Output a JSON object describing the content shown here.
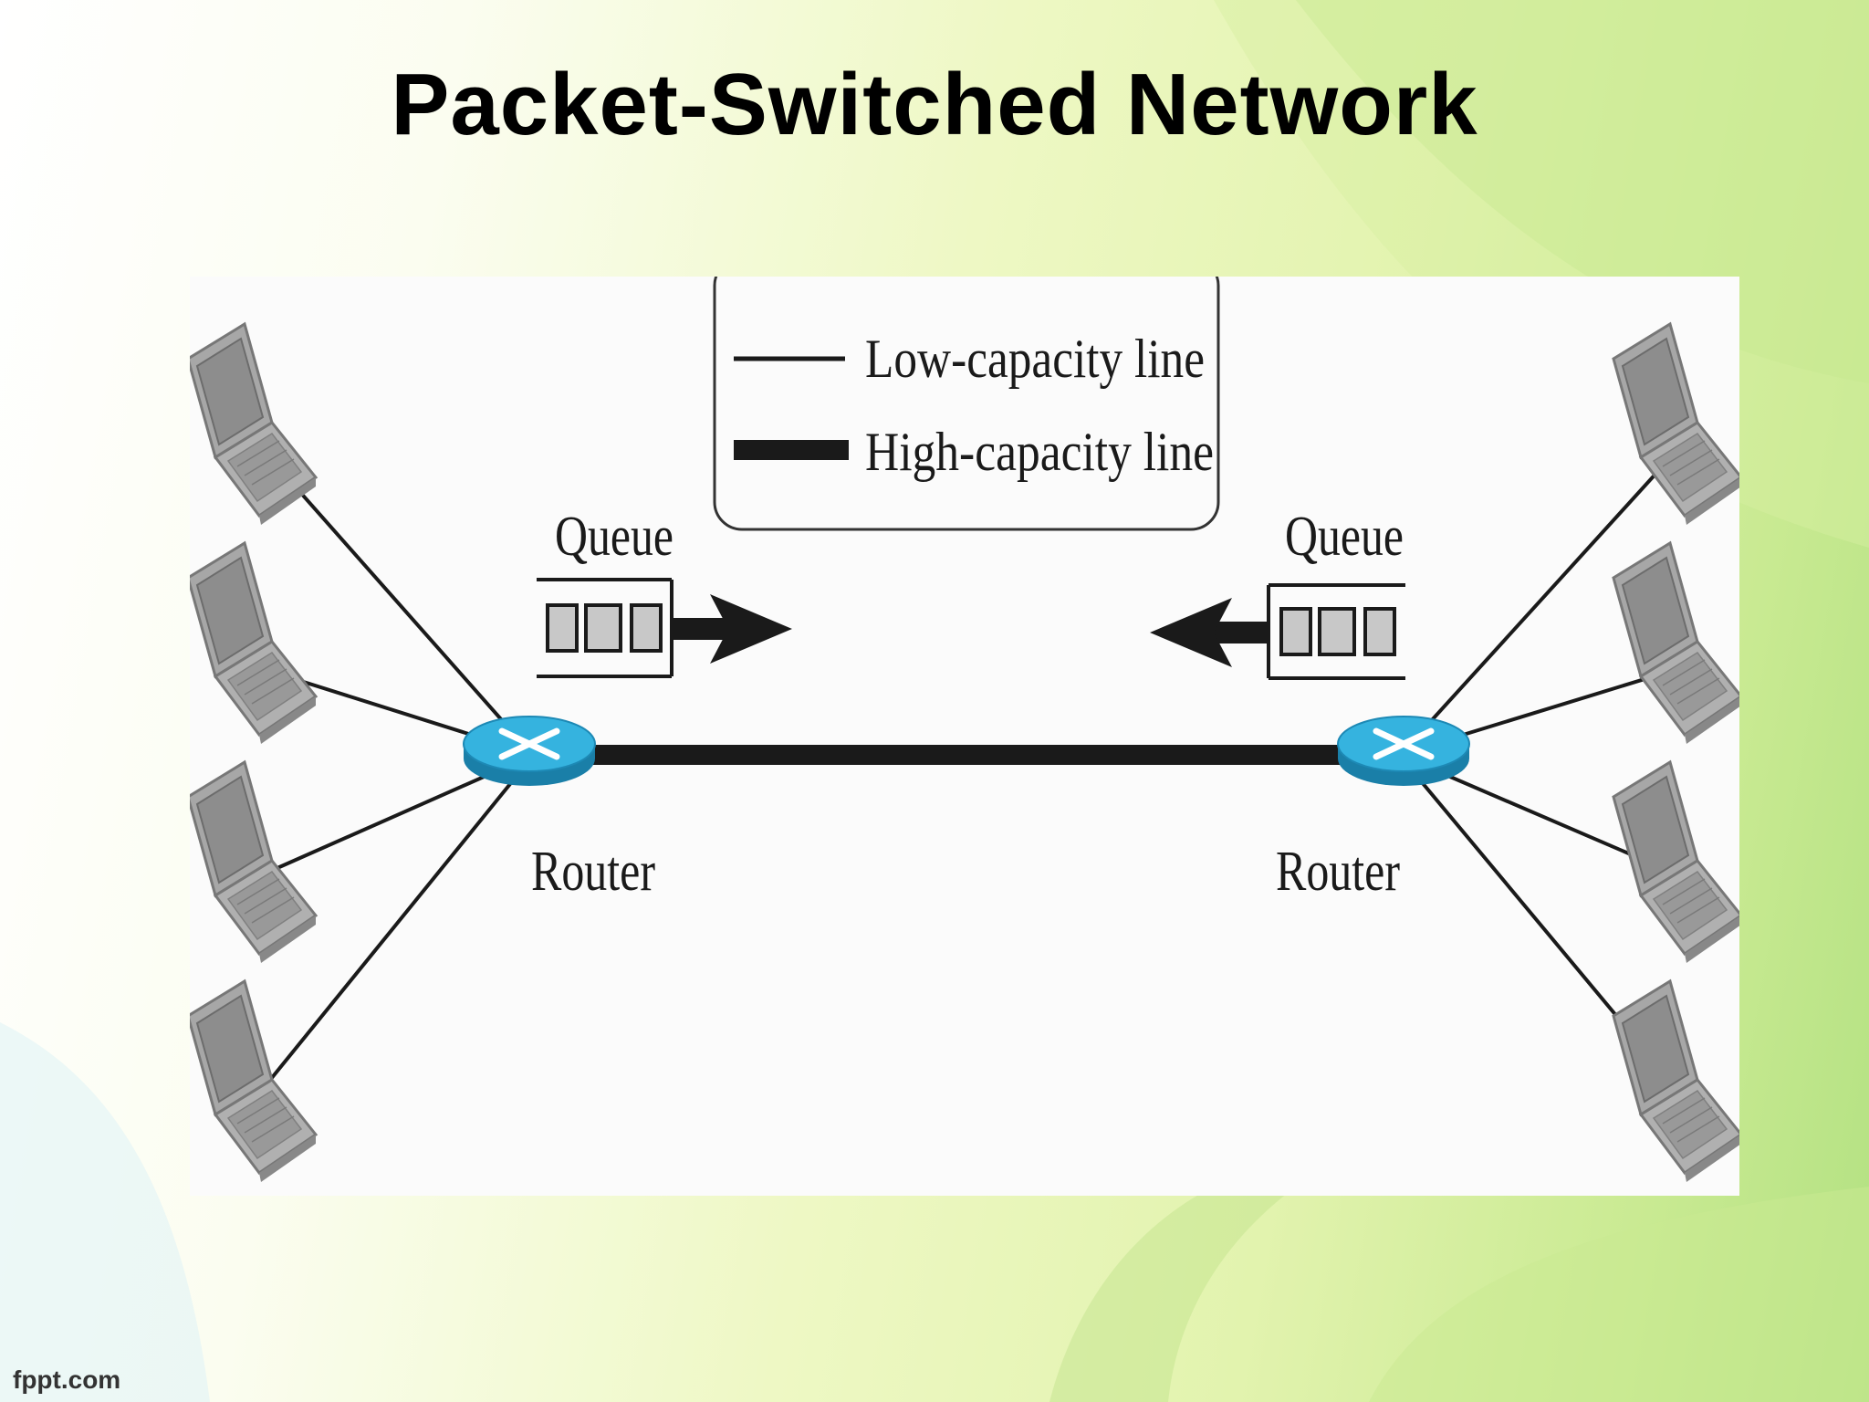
{
  "slide": {
    "title": "Packet-Switched Network",
    "footer_brand": "fppt.com"
  },
  "diagram": {
    "legend": {
      "low_capacity_label": "Low-capacity line",
      "high_capacity_label": "High-capacity line"
    },
    "left_node": {
      "queue_label": "Queue",
      "router_label": "Router"
    },
    "right_node": {
      "queue_label": "Queue",
      "router_label": "Router"
    },
    "computers_per_side": 4,
    "queue_packets_per_side": 3
  },
  "colors": {
    "router_fill": "#35b3df",
    "router_dark": "#1a7fa8",
    "link_color": "#1a1a1a",
    "laptop_body": "#9a9a9a",
    "packet_fill": "#c8c8c8"
  }
}
